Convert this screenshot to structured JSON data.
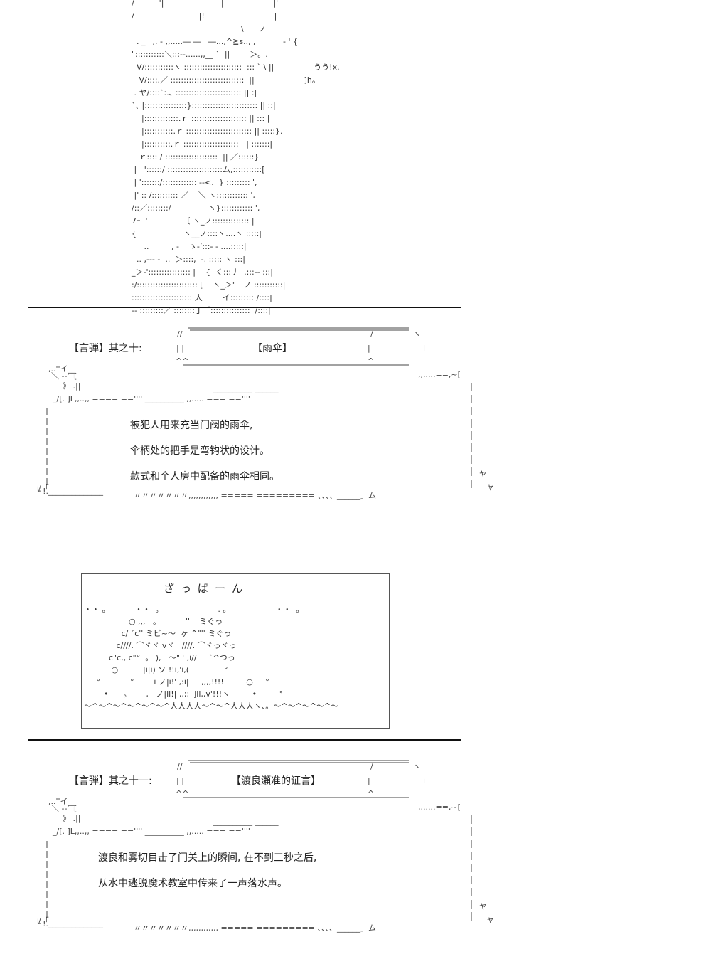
{
  "figure_art": {
    "lines": [
      "/          '|                       |                    |'",
      "/                          |!                            |",
      "                                            \\      ノ",
      "  . _ ' ,. ‐ ,,.....― ―   ―...,^≧s.., ,           ‐ ' {",
      "\":::::::::::＼:::‐-......,,__ `  ||        ＞。.",
      "  V/:::::::::::ヽ ::::::::::::::::::::::  ::: ` \\ ||                うう!x.",
      "   V/::::.／ ::::::::::::::::::::::::::::  ||                    ]h。",
      " . ヤ/::::ˋ:.､ ::::::::::::::::::::::::: || :|",
      "ˋ､ |::::::::::::::::}::::::::::::::::::::::::: || ::|",
      "    |:::::::::::::.ｒ ::::::::::::::::::::: || ::: |",
      "    |:::::::::::.ｒ ::::::::::::::::::::::::: || :::::}.",
      "    |::::::::::.ｒ :::::::::::::::::::::  || :::::::|",
      "   ｒ:::: / ::::::::::::::::::::  || ／::::::}",
      " |   '::::::/ :::::::::::::::::::::ム,:::::::::::[",
      " | ':::::::/::::::::::::: ‐‐<.  } ::::::::: ',",
      " |' :: /:::::::::: ／    ＼ ヽ:::::::::::: ',",
      "/::／::::::::/               ヽ}:::::::::::: ',",
      "7ｰ  '              〔 ヽ_ノ:::::::::::::: |",
      "{                   ヽ__ノ::::ヽ....ヽ :::::|",
      "     ..         , ‐    ゝ-’:::‐ ‐ ....:::::|",
      "  .. ,--- -  ..  ＞::::,  ‐. ::::: ヽ :::|",
      "_＞-':::::::::::::::: |    {  く:::丿  .:::‐‐ :::|",
      ":/::::::::::::::::::::::: [    ヽ_＞\"   ノ :::::::::::|",
      "::::::::::::::::::::::: 人        イ::::::::: /::::|",
      "‐‐ :::::::::／ ::::::::丁「:::::::::::::::  /::::|"
    ]
  },
  "dividers": [
    1,
    2
  ],
  "scroll_1": {
    "label": "【言弾】其之十:",
    "title": "【雨伞】",
    "lines": [
      "被犯人用来充当门阀的雨伞,",
      "伞柄处的把手是弯钩状的设计。",
      "款式和个人房中配备的雨伞相同。"
    ]
  },
  "scroll_2": {
    "label": "【言弾】其之十一:",
    "title": "【渡良瀬准的证言】",
    "lines": [
      "渡良和雾切目击了门关上的瞬间, 在不到三秒之后,",
      "从水中逃脱魔术教室中传来了一声落水声。"
    ]
  },
  "splash_panel": {
    "sfx": "ざっぱーん",
    "art_lines": [
      "・・ 。          ・・  。                      . 。                  ・・  。",
      "",
      "                  ○ ,,,   。          ''''  ミぐっ",
      "               c/ ˊc'' ミビ~〜  ヶ ^\"'' ミぐっ",
      "             c////. ⌒ヾヾ vヾ   ////. ⌒ヾっヾっ",
      "          c\"c,, c\"°  。 ),   〜\"'' ,i//     `^つっ",
      "           ○          |i|i) ソ !!i,'i,(              °",
      "     °            °        i ノ|i!' ,:i|     ,,,,!!!!         ○     °",
      "        •      。      ,   ノ|ii!| ,,;;  jii,,v'!!!ヽ         •         °",
      "〜^〜^〜^〜^〜^〜^人人人人〜^〜^人人人ヽ、。〜^〜^〜^〜^〜"
    ]
  }
}
